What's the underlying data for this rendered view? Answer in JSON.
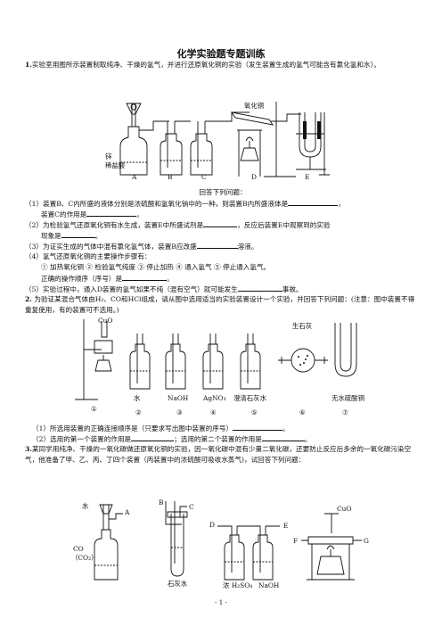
{
  "title": "化学实验题专题训练",
  "q1": {
    "num": "1.",
    "stem": "实验室用图所示装置制取纯净、干燥的氢气，并进行还原氧化铜的实验（发生装置生成的氢气可能含有氯化氢和水）。",
    "labels": {
      "zinc": "锌",
      "acid": "稀盐酸",
      "copper_oxide": "氧化铜",
      "A": "A",
      "B": "B",
      "C": "C",
      "D": "D",
      "E": "E"
    },
    "answer_intro": "回答下列问题：",
    "s1a": "（1）装置B、C内所盛的液体分别是浓硫酸和氢氧化钠中的一种，则装置B内所盛液体是",
    "s1b": "，",
    "s1c": "装置C的作用是",
    "s1d": "。",
    "s2a": "（2）为检验氢气还原氧化铜有水生成，装置E中所盛试剂是",
    "s2b": "，反应后装置E中观察到的实验",
    "s2c": "现象是",
    "s2d": "。",
    "s3a": "（3）为证实生成的气体中混有氯化氢气体，装置B应改盛",
    "s3b": "溶液。",
    "s4": "（4）氢气还原氧化铜的主要操作步骤有：",
    "s4steps": "① 加热氧化铜 ② 检验氢气纯度 ③ 停止加热 ④ 通入氢气 ⑤ 停止通入氢气。",
    "s4a": "正确的操作顺序（序号）是",
    "s4b": "。",
    "s5a": "（5）实验过程中，通入D装置的氢气如果不纯（混有空气）就可能发生",
    "s5b": "事故。"
  },
  "q2": {
    "num": "2.",
    "stem": "为验证某混合气体由H₂、CO和HCl组成，请从图中选用适当的实验装置设计一个实验，并回答下列问题：(注意：图中装置不得重复使用，有的装置可不选用。)",
    "labels": {
      "cuo": "CuO",
      "lime": "生石灰",
      "water": "水",
      "naoh": "NaOH",
      "agno3": "AgNO₃",
      "limewater": "澄清石灰水",
      "cuso4": "无水硫酸铜"
    },
    "nums": [
      "①",
      "②",
      "③",
      "④",
      "⑤",
      "⑥",
      "⑦"
    ],
    "s1a": "（1）所选用装置的正确连接顺序是（只要求写出图中装置的序号）",
    "s1b": "。",
    "s2a": "（2）选用的第一个装置的作用是",
    "s2b": "；选用的第二个装置的作用是",
    "s2c": "。"
  },
  "q3": {
    "num": "3.",
    "stem": "某同学用纯净、干燥的一氧化碳做还原氧化铜的实验，因一氧化碳中混有少量二氧化碳，还要防止反应后多余的一氧化碳污染空气，他准备了甲、乙、丙、丁四个装置（丙装置中的浓硫酸可吸收水蒸气)，试回答下列问题：",
    "labels": {
      "water": "水",
      "A": "A",
      "co": "CO",
      "co2": "（CO₂）",
      "B": "B",
      "C": "C",
      "limewater": "石灰水",
      "D": "D",
      "E": "E",
      "h2so4": "浓 H₂SO₄",
      "naoh": "NaOH",
      "cuo": "CuO",
      "F": "F",
      "G": "G"
    }
  },
  "page_number": "- 1 -"
}
